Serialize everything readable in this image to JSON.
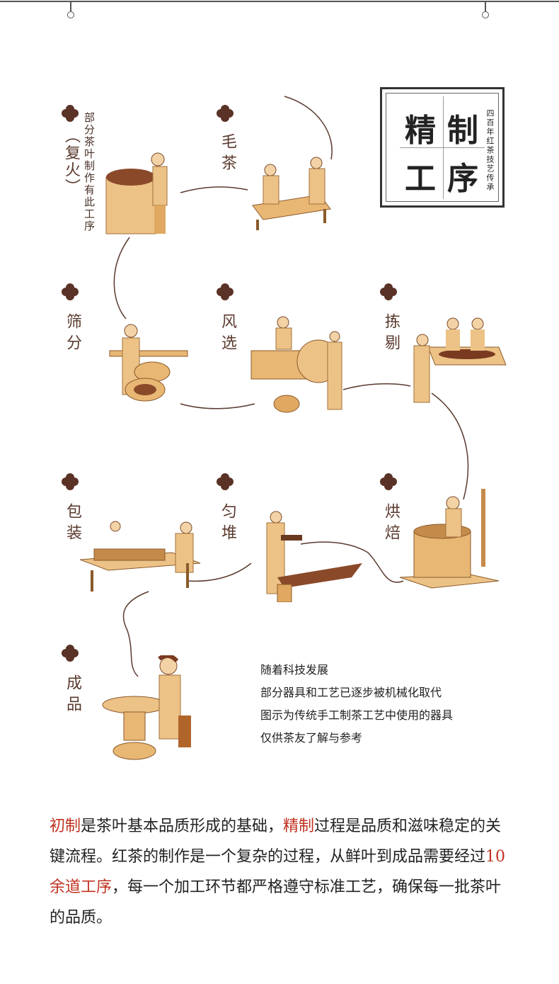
{
  "colors": {
    "icon": "#5a3226",
    "highlight": "#c0321f",
    "line": "#5a3a2e",
    "illustration": "#e9b774"
  },
  "seal": {
    "chars": [
      "精",
      "制",
      "工",
      "序"
    ],
    "subtitle": "四百年红茶技艺传承"
  },
  "steps": [
    {
      "label": "（复火）",
      "note": "部分茶叶制作有此工序",
      "icon": "quatrefoil-icon"
    },
    {
      "label": "毛茶",
      "icon": "quatrefoil-icon"
    },
    {
      "label": "筛分",
      "icon": "quatrefoil-icon"
    },
    {
      "label": "风选",
      "icon": "quatrefoil-icon"
    },
    {
      "label": "拣剔",
      "icon": "quatrefoil-icon"
    },
    {
      "label": "包装",
      "icon": "quatrefoil-icon"
    },
    {
      "label": "匀堆",
      "icon": "quatrefoil-icon"
    },
    {
      "label": "烘焙",
      "icon": "quatrefoil-icon"
    },
    {
      "label": "成品",
      "icon": "quatrefoil-icon"
    }
  ],
  "notes": [
    "随着科技发展",
    "部分器具和工艺已逐步被机械化取代",
    "图示为传统手工制茶工艺中使用的器具",
    "仅供茶友了解与参考"
  ],
  "paragraph": [
    {
      "text": "初制",
      "hl": true
    },
    {
      "text": "是茶叶基本品质形成的基础，",
      "hl": false
    },
    {
      "text": "精制",
      "hl": true
    },
    {
      "text": "过程是品质和滋味稳定的关键流程。红茶的制作是一个复杂的过程，从鲜叶到成品需要经过",
      "hl": false
    },
    {
      "text": "10余道工序",
      "hl": true
    },
    {
      "text": "，每一个加工环节都严格遵守标准工艺，确保每一批茶叶的品质。",
      "hl": false
    }
  ]
}
